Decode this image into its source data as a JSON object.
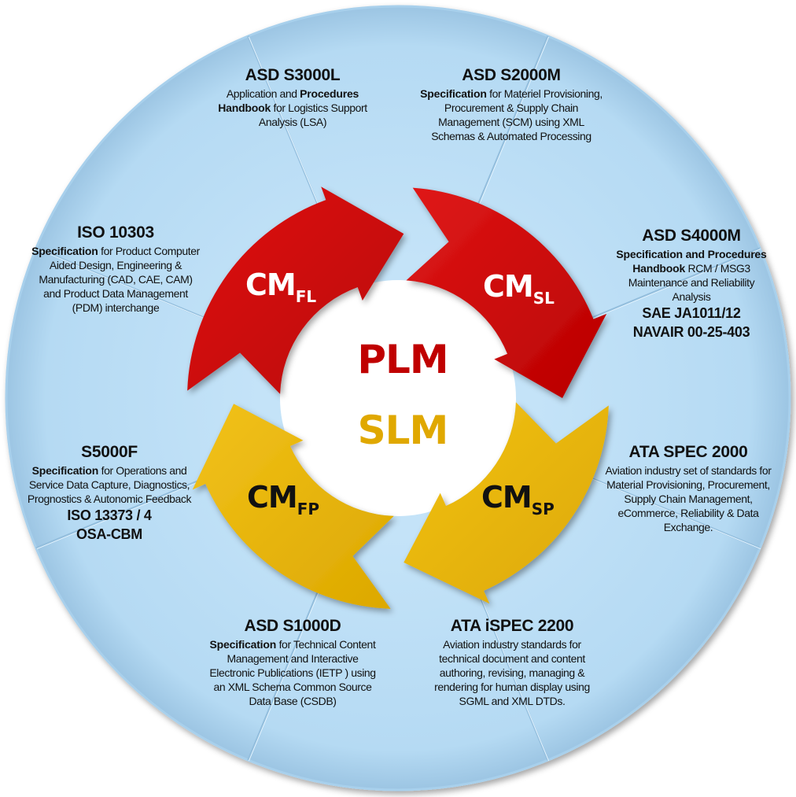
{
  "colors": {
    "ring_fill": "#b7dcf5",
    "ring_edge": "#9cc6e6",
    "red_arrow": "#cc0a0a",
    "yellow_arrow": "#e6b10a",
    "plm_text": "#c00000",
    "slm_text": "#e0a800"
  },
  "center": {
    "plm": "PLM",
    "slm": "SLM"
  },
  "arrows": [
    {
      "main": "CM",
      "sub": "FL",
      "color": "red",
      "text_color": "#ffffff"
    },
    {
      "main": "CM",
      "sub": "SL",
      "color": "red",
      "text_color": "#ffffff"
    },
    {
      "main": "CM",
      "sub": "SP",
      "color": "yellow",
      "text_color": "#111111"
    },
    {
      "main": "CM",
      "sub": "FP",
      "color": "yellow",
      "text_color": "#111111"
    }
  ],
  "segments": {
    "s3000l": {
      "title": "ASD S3000L",
      "body": [
        {
          "text": "Application and ",
          "bold": false
        },
        {
          "text": "Procedures",
          "bold": true
        },
        {
          "text": " ",
          "bold": false
        },
        {
          "text": "Handbook",
          "bold": true
        },
        {
          "text": " for Logistics Support Analysis (LSA)",
          "bold": false
        }
      ]
    },
    "s2000m": {
      "title": "ASD S2000M",
      "body": [
        {
          "text": "Specification",
          "bold": true
        },
        {
          "text": " for Materiel Provisioning, Procurement & Supply Chain Management (SCM) using XML Schemas & Automated Processing",
          "bold": false
        }
      ]
    },
    "s4000m": {
      "title": "ASD S4000M",
      "body": [
        {
          "text": "Specification and Procedures Handbook",
          "bold": true
        },
        {
          "text": " RCM / MSG3 Maintenance and Reliability Analysis",
          "bold": false
        }
      ],
      "extra": [
        "SAE JA1011/12",
        "NAVAIR 00-25-403"
      ]
    },
    "ata_spec_2000": {
      "title": "ATA SPEC  2000",
      "body": [
        {
          "text": "Aviation industry set of standards for Material Provisioning, Procurement, Supply Chain Management, eCommerce, Reliability & Data Exchange.",
          "bold": false
        }
      ]
    },
    "ata_ispec_2200": {
      "title": "ATA iSPEC  2200",
      "body": [
        {
          "text": "Aviation industry standards for technical document and content authoring, revising, managing & rendering for human display using SGML and XML DTDs.",
          "bold": false
        }
      ]
    },
    "s1000d": {
      "title": "ASD S1000D",
      "body": [
        {
          "text": "Specification",
          "bold": true
        },
        {
          "text": " for Technical Content Management and Interactive Electronic Publications (IETP ) using an XML Schema  Common Source Data Base (CSDB)",
          "bold": false
        }
      ]
    },
    "s5000f": {
      "title": "S5000F",
      "body": [
        {
          "text": "Specification",
          "bold": true
        },
        {
          "text": " for Operations and Service Data Capture, Diagnostics, Prognostics & Autonomic Feedback",
          "bold": false
        }
      ],
      "extra": [
        "ISO 13373  / 4",
        "OSA-CBM"
      ]
    },
    "iso10303": {
      "title": "ISO 10303",
      "body": [
        {
          "text": "Specification",
          "bold": true
        },
        {
          "text": " for Product Computer Aided Design, Engineering & Manufacturing (CAD, CAE, CAM) and Product Data Management (PDM) interchange",
          "bold": false
        }
      ]
    }
  }
}
